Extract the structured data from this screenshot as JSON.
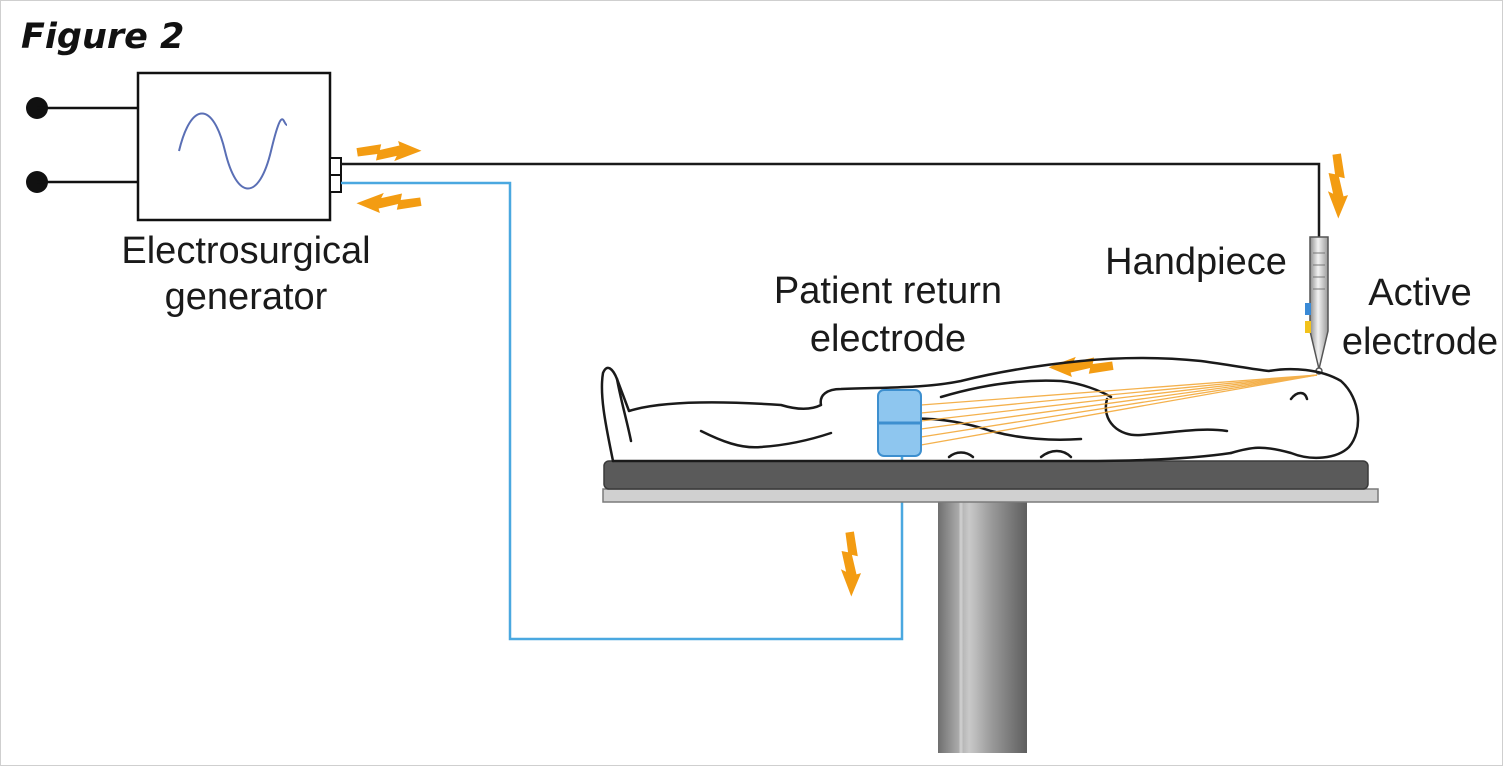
{
  "figure": {
    "title": "Figure 2"
  },
  "labels": {
    "generator_line1": "Electrosurgical",
    "generator_line2": "generator",
    "return_line1": "Patient return",
    "return_line2": "electrode",
    "handpiece": "Handpiece",
    "active_line1": "Active",
    "active_line2": "electrode"
  },
  "colors": {
    "active_wire": "#1a1a1a",
    "return_wire": "#4aa8e0",
    "current_arrow": "#f39c12",
    "return_pad": "#8ec6ef",
    "table_top": "#5a5a5a",
    "pedestal": "#8a8a8a",
    "waveform": "#5a6fb5"
  },
  "icons": {
    "current_flow": "lightning-bolt-arrow",
    "waveform": "sine-wave-icon"
  }
}
